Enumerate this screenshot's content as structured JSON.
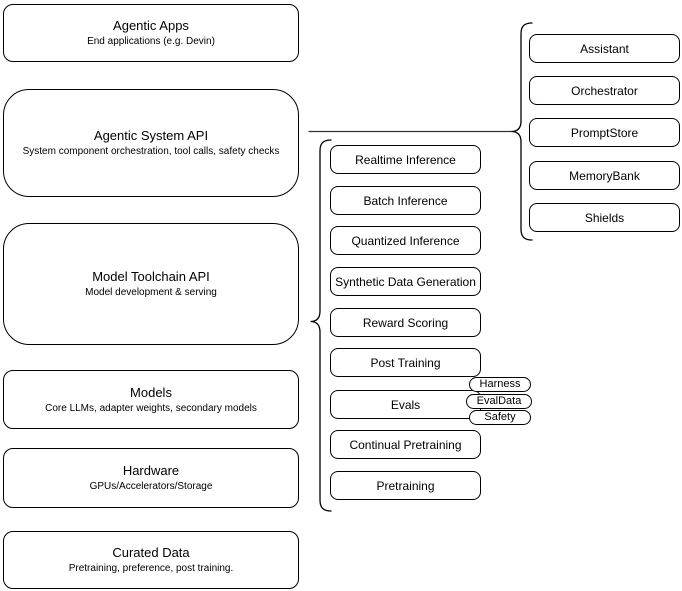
{
  "colors": {
    "stroke": "#000000",
    "canvas_bg": "#ffffff",
    "text": "#000000"
  },
  "left_stack": [
    {
      "title": "Agentic Apps",
      "subtitle": "End applications (e.g. Devin)"
    },
    {
      "title": "Agentic System API",
      "subtitle": "System component orchestration, tool calls, safety checks"
    },
    {
      "title": "Model Toolchain API",
      "subtitle": "Model development & serving"
    },
    {
      "title": "Models",
      "subtitle": "Core LLMs, adapter weights, secondary models"
    },
    {
      "title": "Hardware",
      "subtitle": "GPUs/Accelerators/Storage"
    },
    {
      "title": "Curated Data",
      "subtitle": "Pretraining, preference, post training."
    }
  ],
  "toolchain_stack": [
    {
      "label": "Realtime Inference"
    },
    {
      "label": "Batch Inference"
    },
    {
      "label": "Quantized Inference"
    },
    {
      "label": "Synthetic Data Generation"
    },
    {
      "label": "Reward Scoring"
    },
    {
      "label": "Post Training"
    },
    {
      "label": "Evals"
    },
    {
      "label": "Continual Pretraining"
    },
    {
      "label": "Pretraining"
    }
  ],
  "evals_badges": [
    {
      "label": "Harness"
    },
    {
      "label": "EvalData"
    },
    {
      "label": "Safety"
    }
  ],
  "system_stack": [
    {
      "label": "Assistant"
    },
    {
      "label": "Orchestrator"
    },
    {
      "label": "PromptStore"
    },
    {
      "label": "MemoryBank"
    },
    {
      "label": "Shields"
    }
  ]
}
